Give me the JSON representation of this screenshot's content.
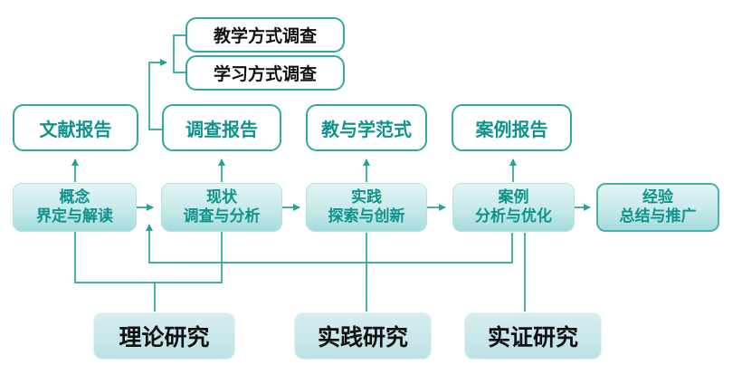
{
  "colors": {
    "line": "#2aa29b",
    "outline_border": "#2fa8a1",
    "teal_text": "#0e948c",
    "stage_fill_top": "#e2f4f5",
    "stage_fill_bottom": "#a5dbdc",
    "method_fill": "#c6e6e9",
    "dark_text": "#111111"
  },
  "survey_boxes": [
    {
      "label": "教学方式调查"
    },
    {
      "label": "学习方式调查"
    }
  ],
  "output_boxes": [
    {
      "label": "文献报告"
    },
    {
      "label": "调查报告"
    },
    {
      "label": "教与学范式"
    },
    {
      "label": "案例报告"
    }
  ],
  "stage_boxes": [
    {
      "line1": "概念",
      "line2": "界定与解读"
    },
    {
      "line1": "现状",
      "line2": "调查与分析"
    },
    {
      "line1": "实践",
      "line2": "探索与创新"
    },
    {
      "line1": "案例",
      "line2": "分析与优化"
    },
    {
      "line1": "经验",
      "line2": "总结与推广"
    }
  ],
  "method_boxes": [
    {
      "label": "理论研究"
    },
    {
      "label": "实践研究"
    },
    {
      "label": "实证研究"
    }
  ]
}
